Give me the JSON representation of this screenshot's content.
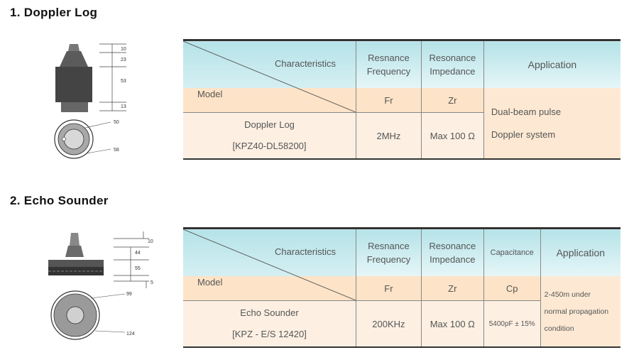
{
  "sections": [
    {
      "title": "1.  Doppler  Log",
      "drawing": {
        "dims_right": [
          "10",
          "23",
          "53",
          "13"
        ],
        "dims_circle": [
          "50",
          "58"
        ]
      },
      "table": {
        "header": {
          "characteristics": "Characteristics",
          "model": "Model",
          "resonance_frequency": [
            "Resnance",
            "Frequency"
          ],
          "resonance_impedance": [
            "Resonance",
            "Impedance"
          ],
          "application": "Application"
        },
        "symbols": {
          "frequency": "Fr",
          "impedance": "Zr"
        },
        "row": {
          "model_name": "Doppler  Log",
          "model_code": "[KPZ40-DL58200]",
          "frequency": "2MHz",
          "impedance": "Max  100 Ω",
          "application": [
            "Dual-beam  pulse",
            "Doppler  system"
          ]
        }
      }
    },
    {
      "title": "2.  Echo  Sounder",
      "drawing": {
        "dims_right": [
          "10",
          "44",
          "55",
          "5"
        ],
        "dims_circle": [
          "99",
          "124"
        ]
      },
      "table": {
        "header": {
          "characteristics": "Characteristics",
          "model": "Model",
          "resonance_frequency": [
            "Resnance",
            "Frequency"
          ],
          "resonance_impedance": [
            "Resonance",
            "Impedance"
          ],
          "capacitance": "Capacitance",
          "application": "Application"
        },
        "symbols": {
          "frequency": "Fr",
          "impedance": "Zr",
          "capacitance": "Cp"
        },
        "row": {
          "model_name": "Echo  Sounder",
          "model_code": "[KPZ  -  E/S  12420]",
          "frequency": "200KHz",
          "impedance": "Max  100 Ω",
          "capacitance": "5400pF ± 15%",
          "application": [
            "2-450m  under",
            "normal propagation",
            "condition"
          ]
        }
      }
    }
  ]
}
